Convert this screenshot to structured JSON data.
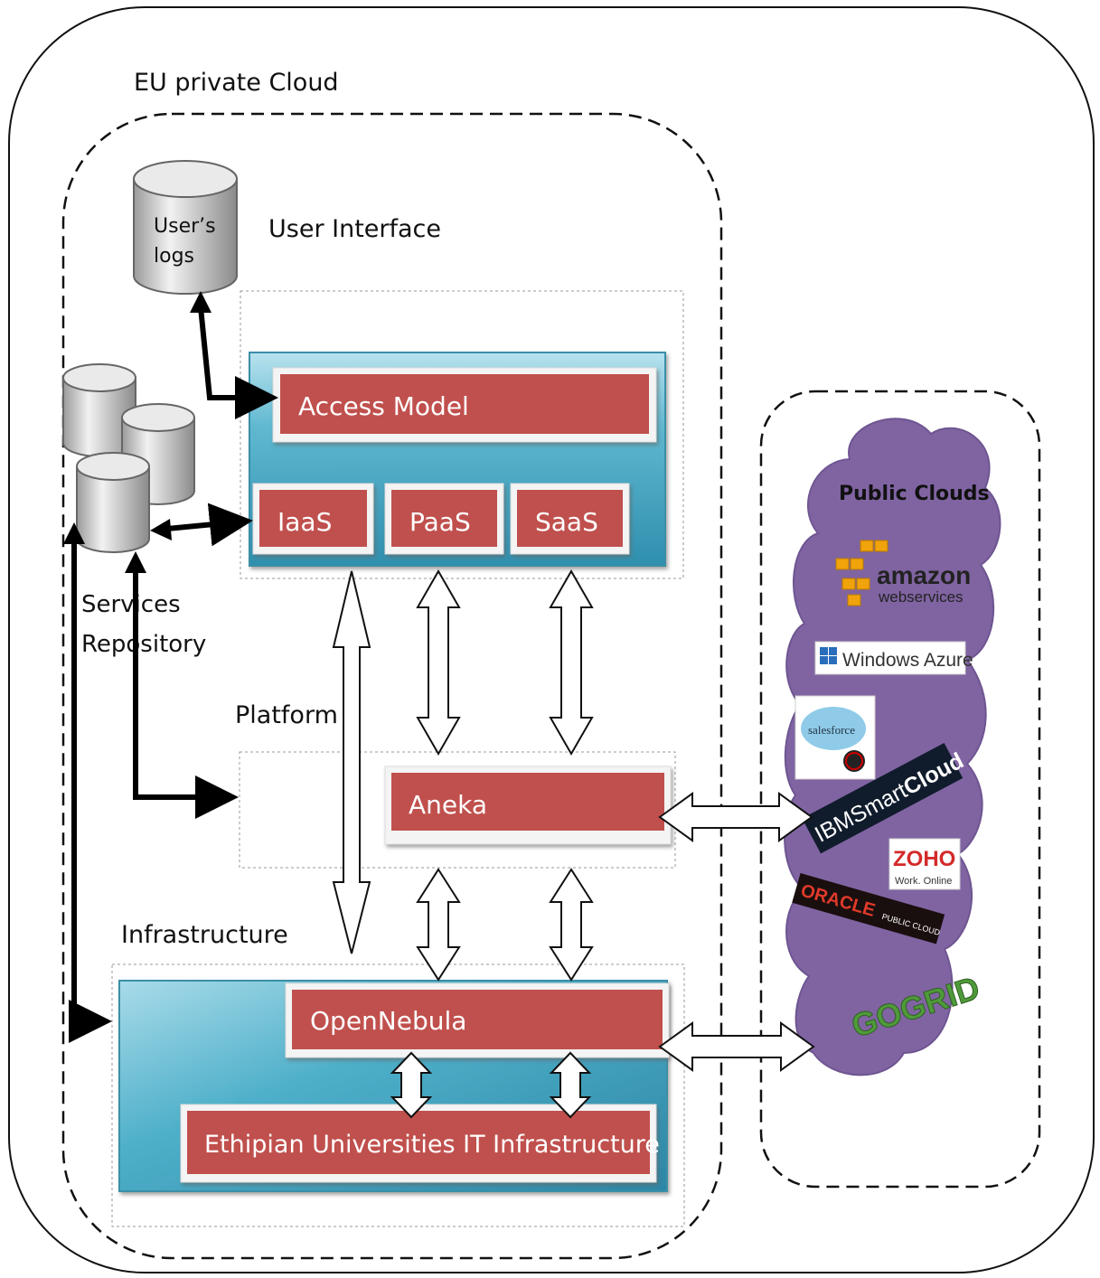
{
  "diagram": {
    "outer_label": "EU private Cloud",
    "user_logs_label_line1": "User’s",
    "user_logs_label_line2": "logs",
    "user_interface_label": "User Interface",
    "services_repository_line1": "Services",
    "services_repository_line2": "Repository",
    "platform_label": "Platform",
    "infrastructure_label": "Infrastructure",
    "access_model": "Access Model",
    "iaas": "IaaS",
    "paas": "PaaS",
    "saas": "SaaS",
    "aneka": "Aneka",
    "opennebula": "OpenNebula",
    "ethiopian_infra": "Ethipian Universities IT Infrastructure",
    "public_clouds_label": "Public Clouds",
    "logos": {
      "amazon_main": "amazon",
      "amazon_sub": "webservices",
      "azure": "Windows Azure",
      "salesforce": "salesforce",
      "ibm_a": "IBM",
      "ibm_b": "Smart",
      "ibm_c": "Cloud",
      "zoho": "ZOHO",
      "zoho_sub": "Work. Online",
      "oracle": "ORACLE",
      "oracle_sub": "PUBLIC CLOUD",
      "gogrid": "GOGRID"
    }
  },
  "colors": {
    "box_red": "#c0504d",
    "panel_blue": "#4bacc6",
    "cloud_purple": "#8064a2"
  }
}
